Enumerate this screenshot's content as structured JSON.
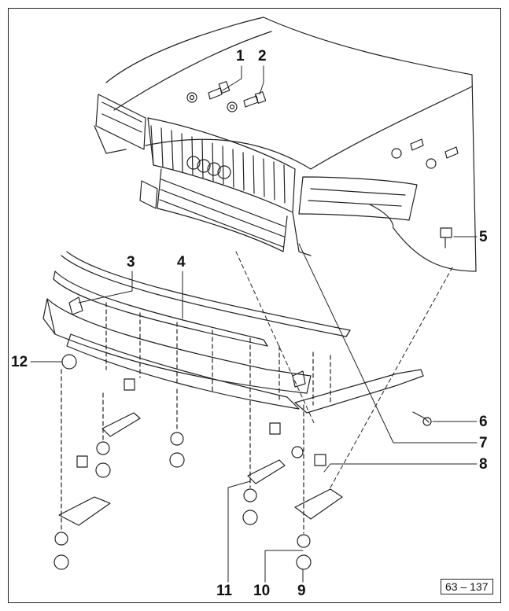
{
  "figure_ref": "63 – 137",
  "callouts": {
    "c1": "1",
    "c2": "2",
    "c3": "3",
    "c4": "4",
    "c5": "5",
    "c6": "6",
    "c7": "7",
    "c8": "8",
    "c9": "9",
    "c10": "10",
    "c11": "11",
    "c12": "12"
  },
  "colors": {
    "ink": "#222222",
    "paper": "#ffffff"
  }
}
